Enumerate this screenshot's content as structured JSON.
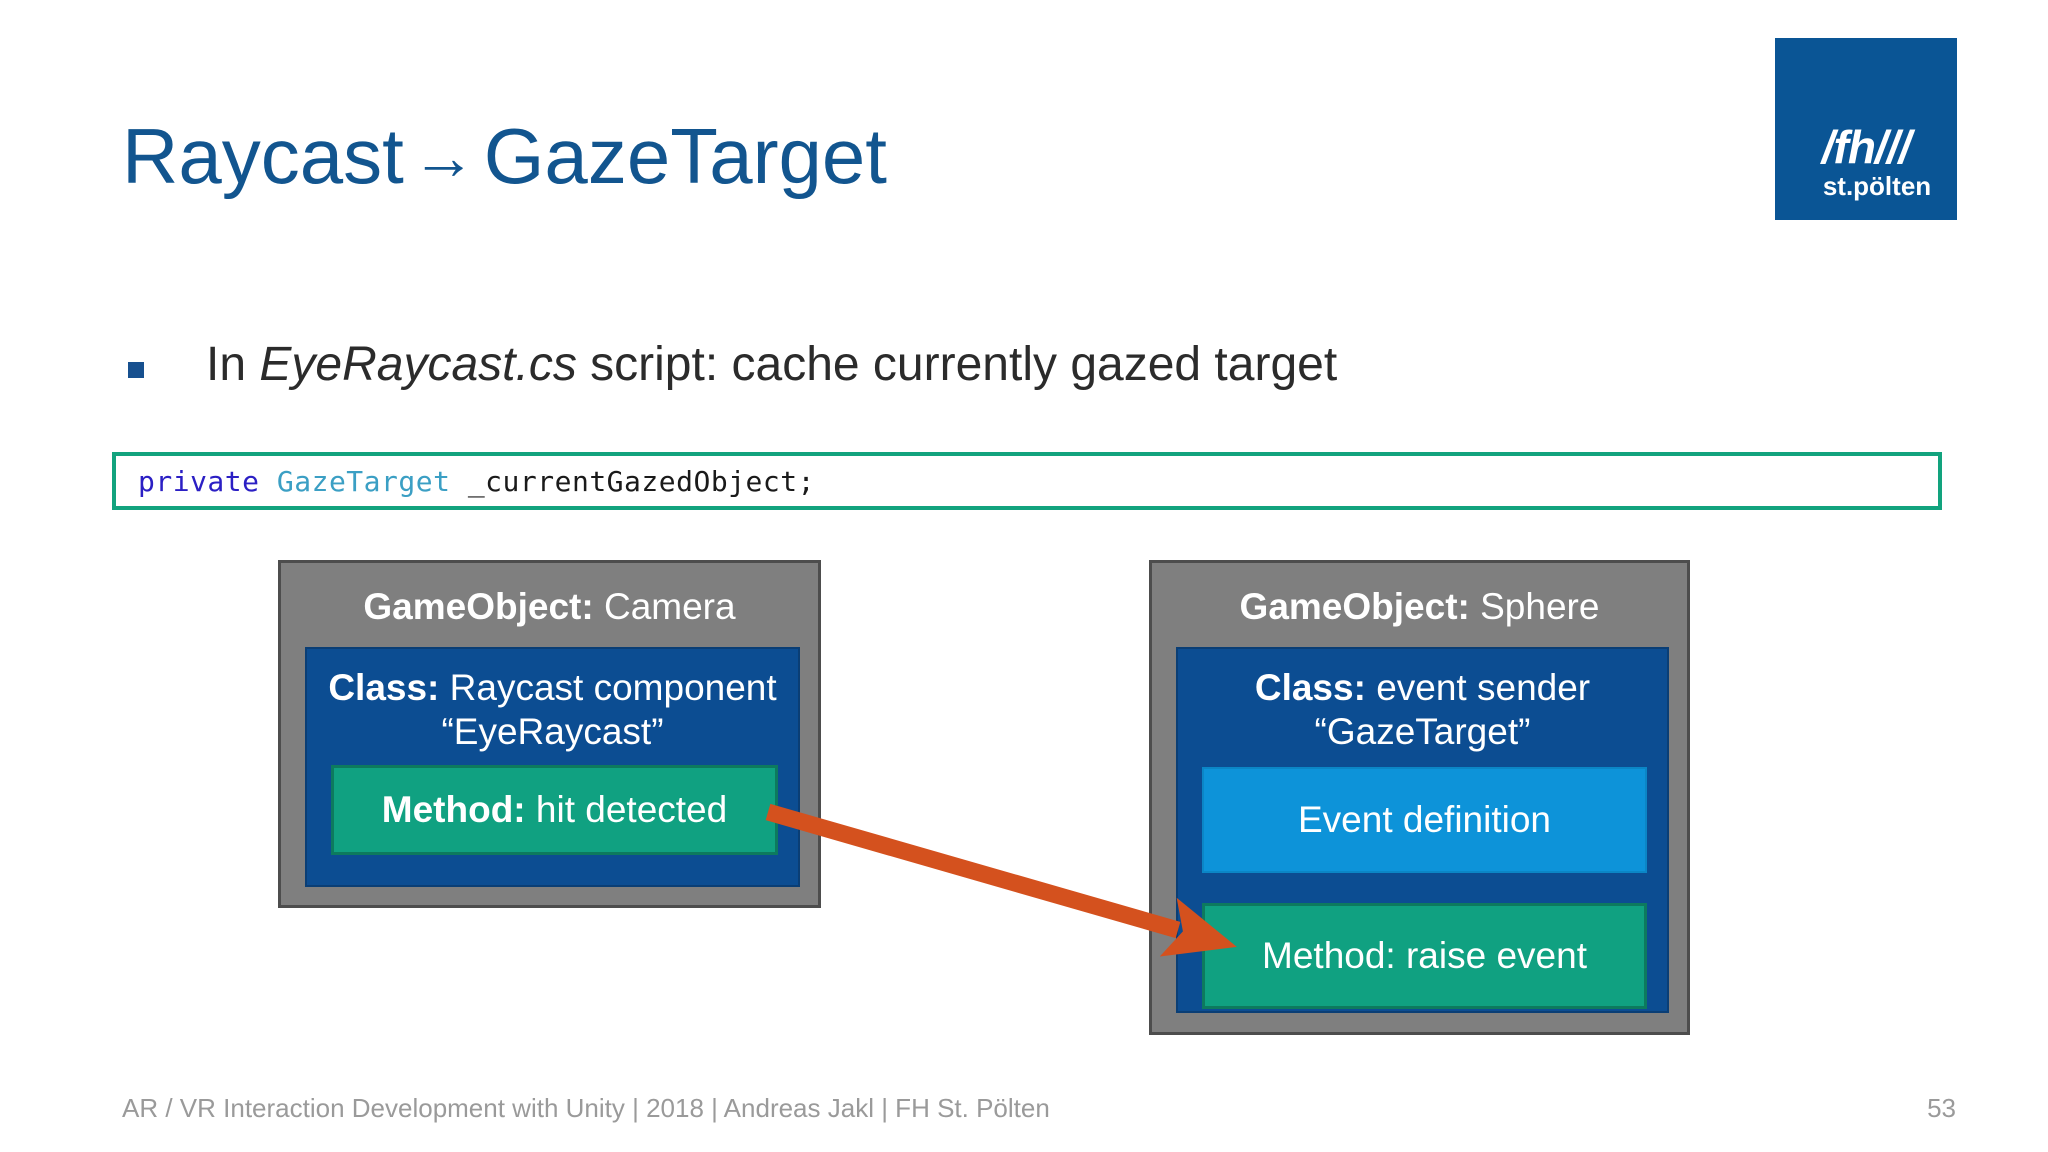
{
  "slide": {
    "title_part1": "Raycast",
    "title_arrow": "→",
    "title_part2": "GazeTarget",
    "page_number": "53",
    "footer": "AR / VR Interaction Development with Unity | 2018 | Andreas Jakl | FH St. Pölten"
  },
  "logo": {
    "mark": "/fh///",
    "subtitle": "st.pölten",
    "color": "#0A5595"
  },
  "bullet": {
    "prefix": "In ",
    "emphasis": "EyeRaycast.cs",
    "suffix": " script: cache currently gazed target",
    "marker_color": "#17508F"
  },
  "code": {
    "keyword": "private",
    "space1": " ",
    "type": "GazeTarget",
    "space2": " ",
    "rest": "_currentGazedObject;",
    "border_color": "#12A37E",
    "keyword_color": "#2B1FC4",
    "type_color": "#3B9FC4"
  },
  "diagram": {
    "left": {
      "gameobject_label": "GameObject:",
      "gameobject_value": " Camera",
      "class_label": "Class:",
      "class_value": " Raycast component",
      "class_line2": "“EyeRaycast”",
      "method_label": "Method:",
      "method_value": " hit detected"
    },
    "right": {
      "gameobject_label": "GameObject:",
      "gameobject_value": " Sphere",
      "class_label": "Class:",
      "class_value": " event sender",
      "class_line2": "“GazeTarget”",
      "event_label": "Event definition",
      "method_label": "Method: raise event"
    },
    "arrow_color": "#D4511E",
    "gameobject_fill": "#7F7F7F",
    "class_fill": "#0C4D92",
    "method_fill": "#10A181",
    "event_fill": "#0D93D9"
  }
}
